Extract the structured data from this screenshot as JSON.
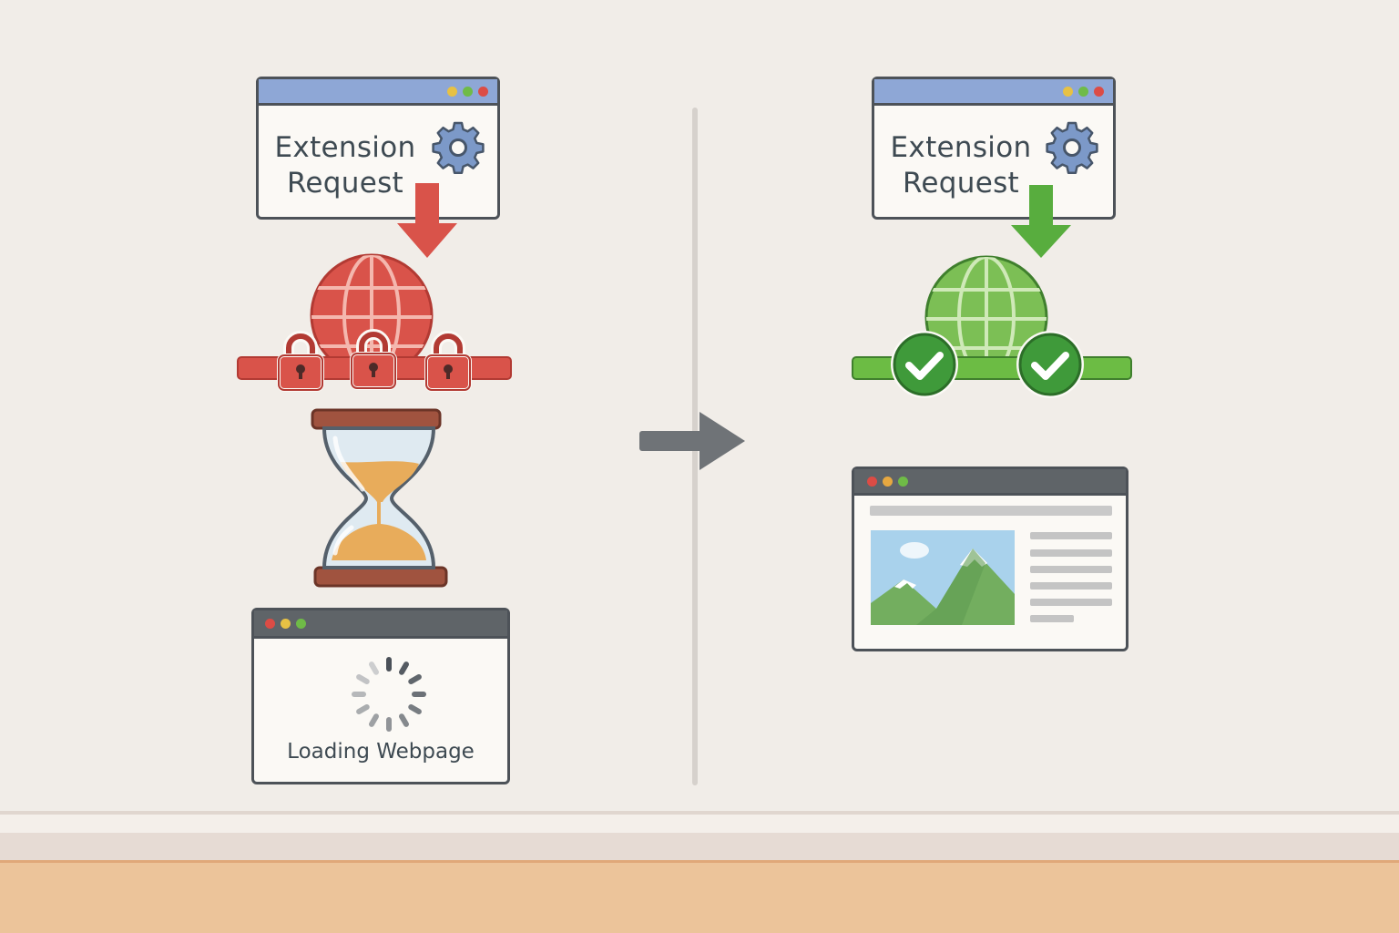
{
  "left_panel": {
    "request_window": {
      "title_line1": "Extension",
      "title_line2": "Request",
      "icon": "gear-icon"
    },
    "arrow_color": "#d9534a",
    "globe": {
      "icon": "globe-icon",
      "color": "#d9534a"
    },
    "blocked_bar": {
      "icon": "padlock-icon",
      "count": 3,
      "color": "#d9534a"
    },
    "hourglass": {
      "icon": "hourglass-icon"
    },
    "loading_window": {
      "label": "Loading Webpage",
      "icon": "spinner-icon"
    }
  },
  "transition_arrow": {
    "icon": "right-arrow-icon"
  },
  "right_panel": {
    "request_window": {
      "title_line1": "Extension",
      "title_line2": "Request",
      "icon": "gear-icon"
    },
    "arrow_color": "#58ad3e",
    "globe": {
      "icon": "globe-icon",
      "color": "#7cbf55"
    },
    "open_bar": {
      "icon": "checkmark-icon",
      "count": 2,
      "color": "#58ad3e"
    },
    "webpage_window": {
      "icon": "landscape-image-icon"
    }
  }
}
